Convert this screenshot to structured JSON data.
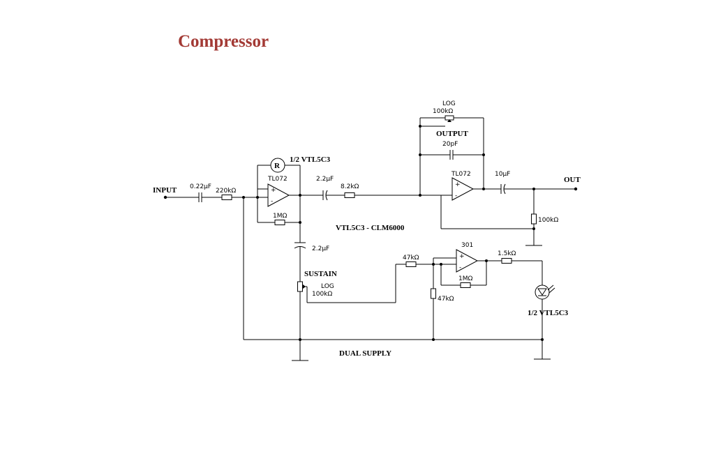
{
  "title": "Compressor",
  "labels": {
    "input": "INPUT",
    "out": "OUT",
    "c_in": "0.22µF",
    "r_in": "220kΩ",
    "opamp1": "TL072",
    "vtl_top": "1/2  VTL5C3",
    "r_fb1": "1MΩ",
    "c_mid": "2.2µF",
    "r_mid": "8.2kΩ",
    "log_top": "LOG",
    "pot_top": "100kΩ",
    "output": "OUTPUT",
    "c_fb2": "20pF",
    "opamp2": "TL072",
    "c_out": "10µF",
    "r_out": "100kΩ",
    "vtl_mid": "VTL5C3 - CLM6000",
    "c_sus": "2.2µF",
    "sustain": "SUSTAIN",
    "log_bot": "LOG",
    "pot_bot": "100kΩ",
    "r_47a": "47kΩ",
    "r_47b": "47kΩ",
    "opamp3": "301",
    "r_fb3": "1MΩ",
    "r_led": "1.5kΩ",
    "vtl_bot": "1/2  VTL5C3",
    "supply": "DUAL SUPPLY",
    "r_symbol": "R",
    "plus": "+",
    "minus": "-"
  }
}
